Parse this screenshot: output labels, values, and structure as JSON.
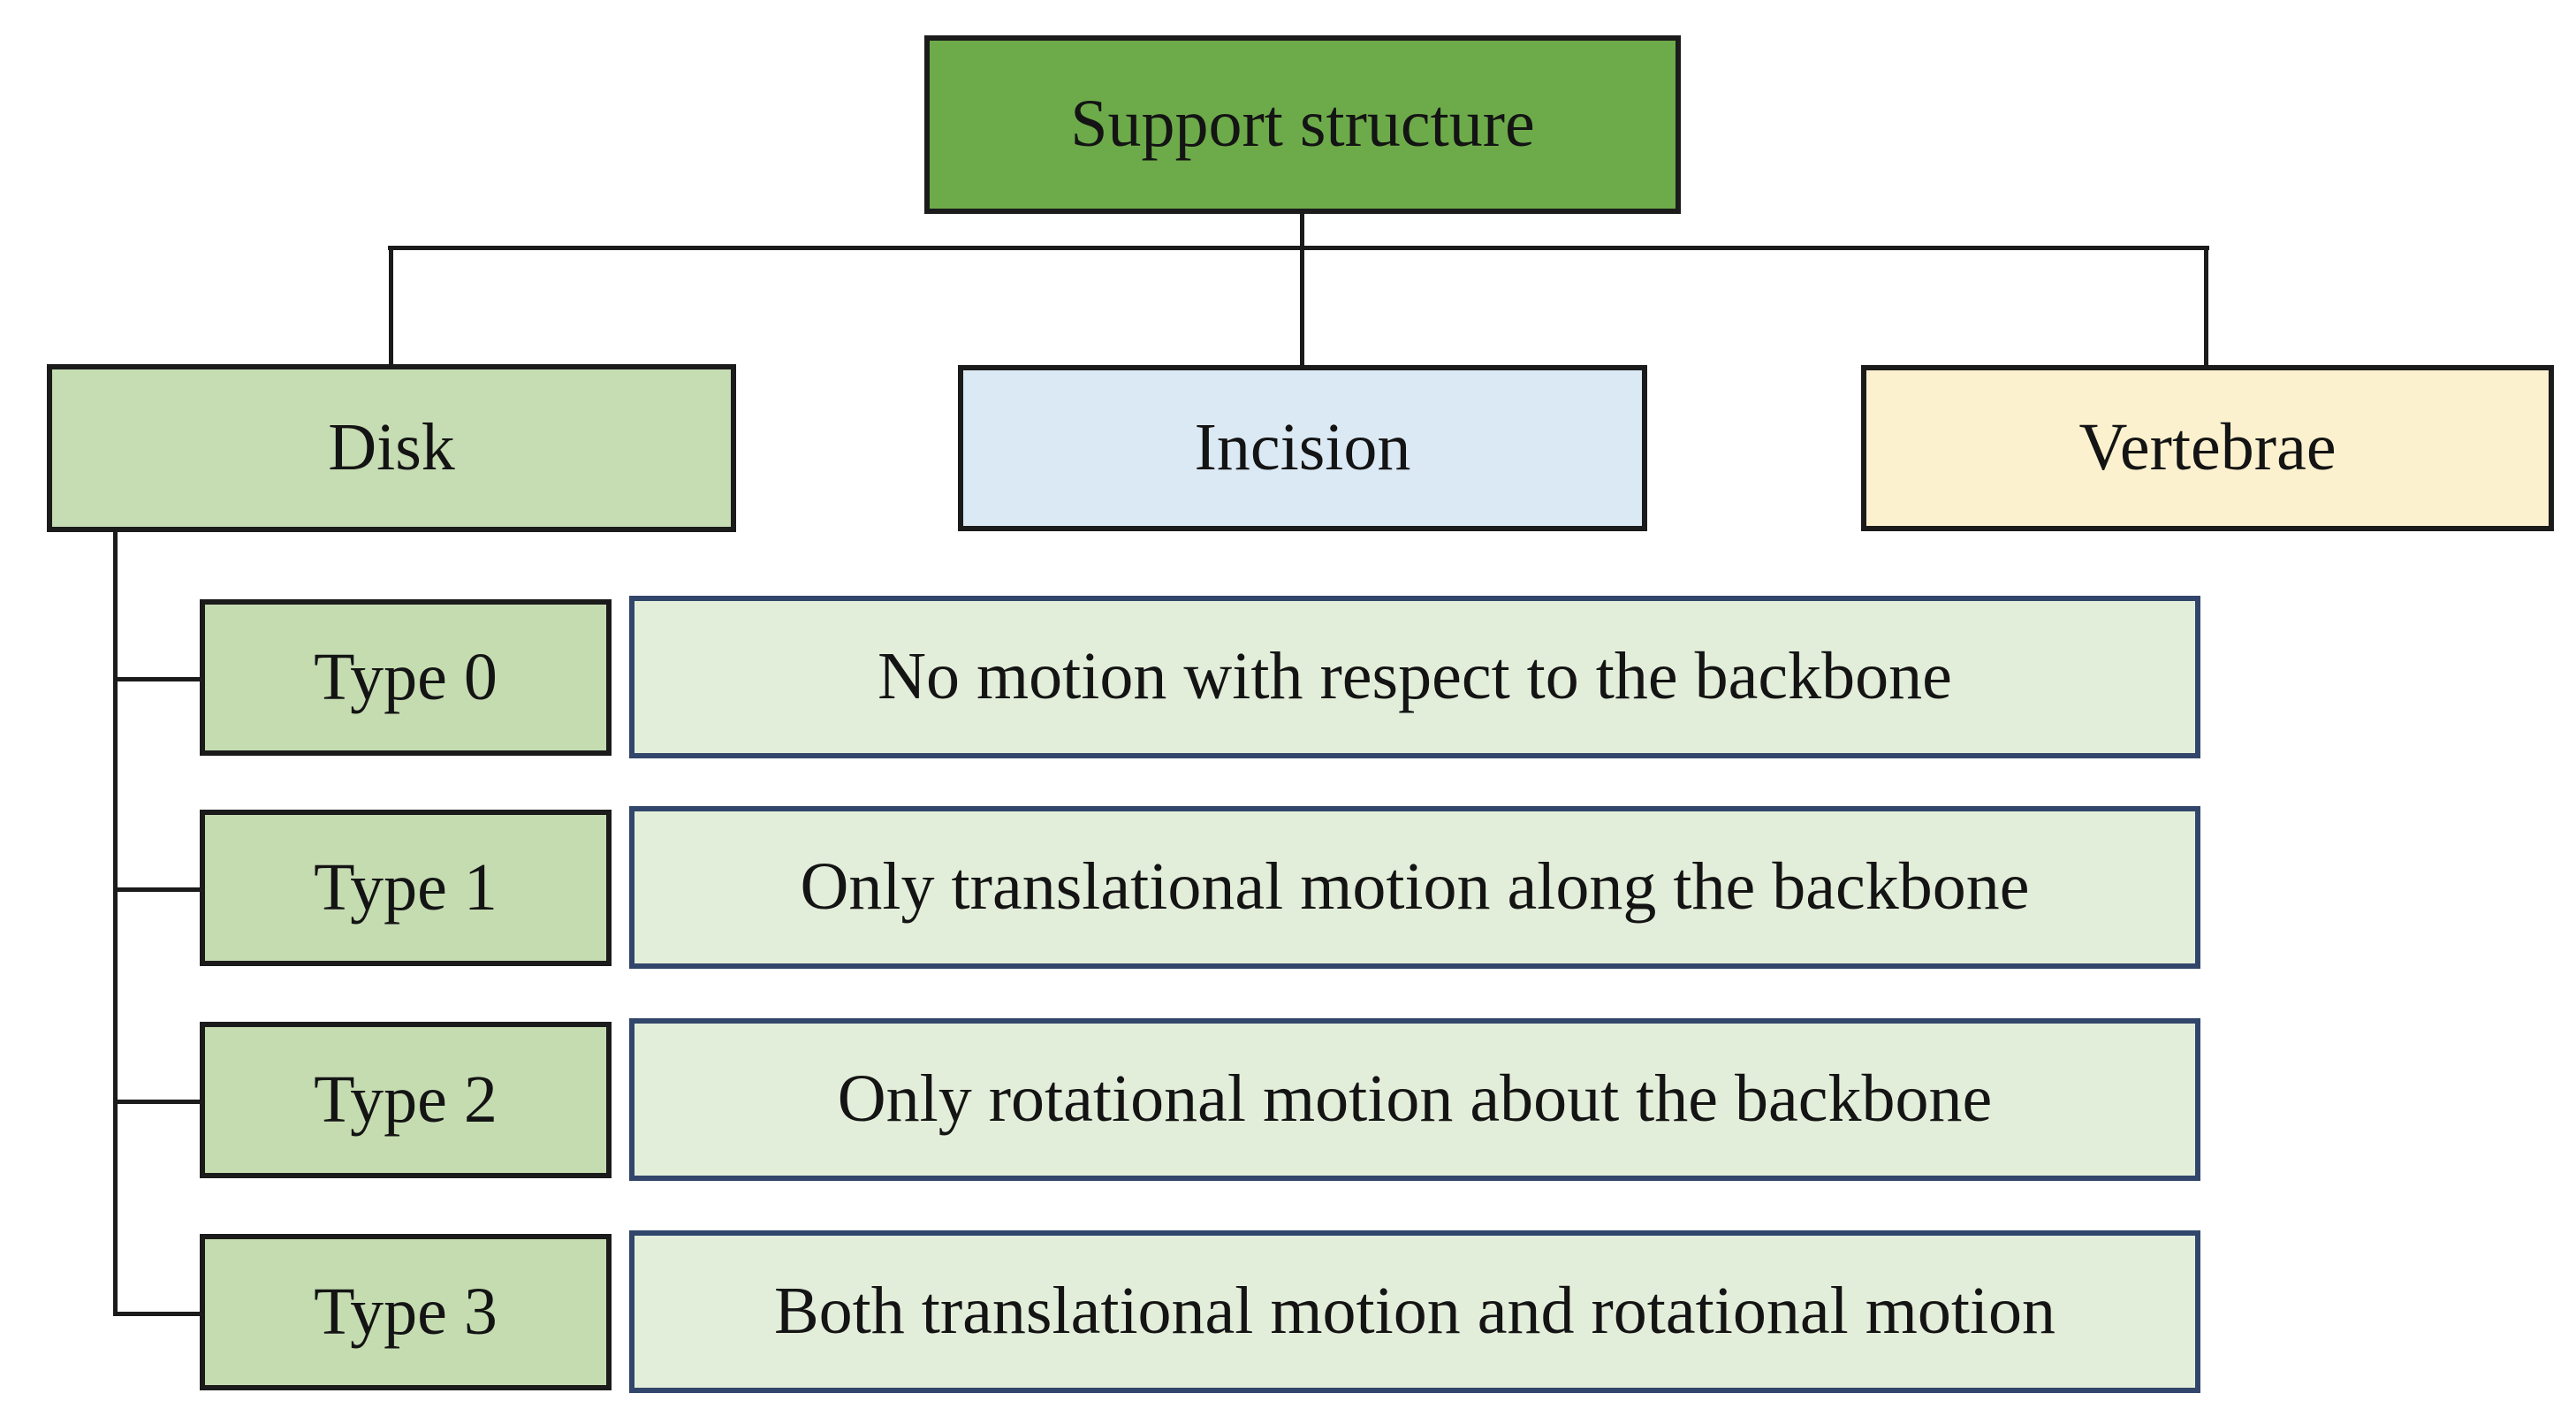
{
  "diagram": {
    "root": {
      "label": "Support structure",
      "fill": "#6dab4a"
    },
    "branches": [
      {
        "label": "Disk",
        "fill": "#c6dcb2"
      },
      {
        "label": "Incision",
        "fill": "#dbe9f4"
      },
      {
        "label": "Vertebrae",
        "fill": "#fcf1cf"
      }
    ],
    "disk_types": [
      {
        "label": "Type 0",
        "description": "No motion with respect to the backbone"
      },
      {
        "label": "Type 1",
        "description": "Only translational motion along the backbone"
      },
      {
        "label": "Type 2",
        "description": "Only rotational motion about the backbone"
      },
      {
        "label": "Type 3",
        "description": "Both translational motion and rotational motion"
      }
    ],
    "colors": {
      "type_fill": "#c5dcb1",
      "description_fill": "#e3eeda",
      "description_border": "#31466a",
      "connector": "#1b1b1b",
      "background": "#ffffff"
    }
  }
}
